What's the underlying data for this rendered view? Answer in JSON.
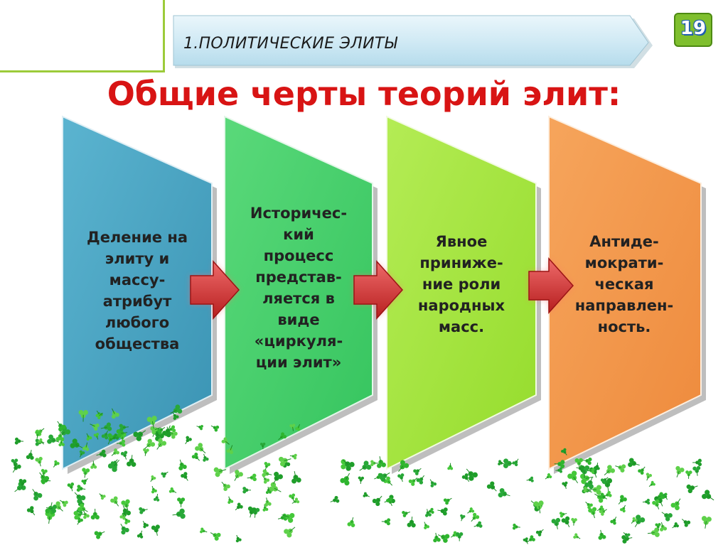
{
  "header": {
    "banner_title": "1.ПОЛИТИЧЕСКИЕ ЭЛИТЫ",
    "slide_number": "19",
    "banner_color": "#cde8f4",
    "badge_color": "#7fbf2e"
  },
  "title": "Общие черты теорий элит:",
  "title_color": "#d81414",
  "panels": [
    {
      "text": "Деление на\nэлиту и\nмассу-\nатрибут\nлюбого\nобщества",
      "color": "#4aa3c2"
    },
    {
      "text": "Историчес-\nкий\nпроцесс\nпредстав-\nляется в\nвиде\n«циркуля-\nции элит»",
      "color": "#46d06a"
    },
    {
      "text": "Явное\nпринижe-\nние роли\nнародных\nмасс.",
      "color": "#a5e63c"
    },
    {
      "text": "Антиде-\nмократи-\nческая\nнаправлен-\nность.",
      "color": "#f2994a"
    }
  ],
  "arrow_color": "#d93535",
  "decoration": "clover-leaves"
}
